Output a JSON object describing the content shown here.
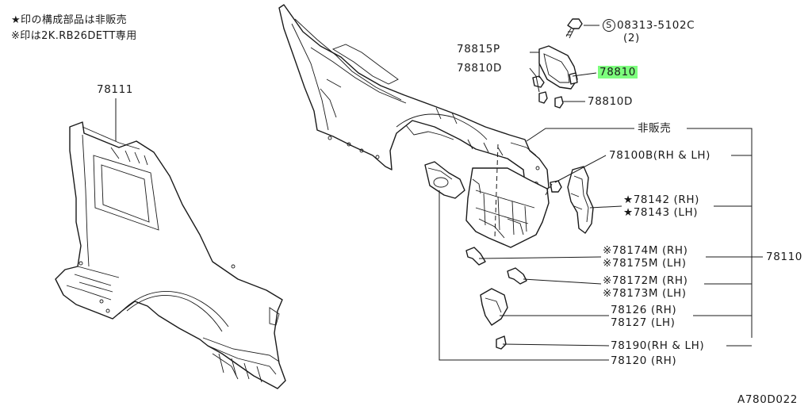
{
  "notes": {
    "star_note": "★印の構成部品は非販売",
    "kome_note": "※印は2K.RB26DETT専用"
  },
  "parts": {
    "p78111": "78111",
    "p78815P": "78815P",
    "p78810D_upper": "78810D",
    "p78810": "78810",
    "p78810D_lower": "78810D",
    "bolt_prefix": "S",
    "bolt_code": "08313-5102C",
    "bolt_qty": "(2)",
    "not_for_sale": "非販売",
    "p78100B": "78100B(RH & LH)",
    "p78142": "★78142 (RH)",
    "p78143": "★78143 (LH)",
    "p78174M": "※78174M (RH)",
    "p78175M": "※78175M (LH)",
    "p78172M": "※78172M (RH)",
    "p78173M": "※78173M (LH)",
    "p78126": "78126 (RH)",
    "p78127": "78127 (LH)",
    "p78190": "78190(RH & LH)",
    "p78120": "78120 (RH)",
    "p78110": "78110"
  },
  "footer": {
    "diagram_code": "A780D022"
  },
  "colors": {
    "highlight": "#7dff7d",
    "ink": "#1a1a1a"
  },
  "highlighted_part": "78810"
}
